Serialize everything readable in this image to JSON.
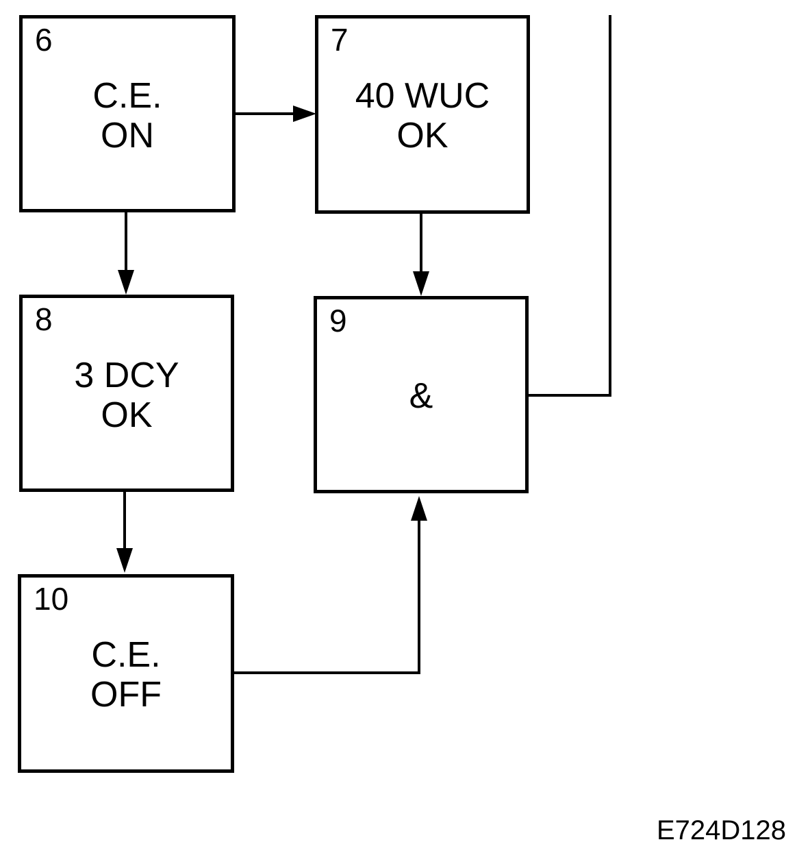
{
  "diagram": {
    "boxes": [
      {
        "id": "box-6",
        "number": "6",
        "line1": "C.E.",
        "line2": "ON"
      },
      {
        "id": "box-7",
        "number": "7",
        "line1": "40 WUC",
        "line2": "OK"
      },
      {
        "id": "box-8",
        "number": "8",
        "line1": "3 DCY",
        "line2": "OK"
      },
      {
        "id": "box-9",
        "number": "9",
        "line1": "&",
        "line2": ""
      },
      {
        "id": "box-10",
        "number": "10",
        "line1": "C.E.",
        "line2": "OFF"
      }
    ],
    "connections": [
      {
        "from": "6",
        "to": "7"
      },
      {
        "from": "6",
        "to": "8"
      },
      {
        "from": "7",
        "to": "9"
      },
      {
        "from": "8",
        "to": "10"
      },
      {
        "from": "10",
        "to": "9"
      },
      {
        "from": "9",
        "to": ""
      }
    ]
  },
  "figure_id": "E724D128"
}
